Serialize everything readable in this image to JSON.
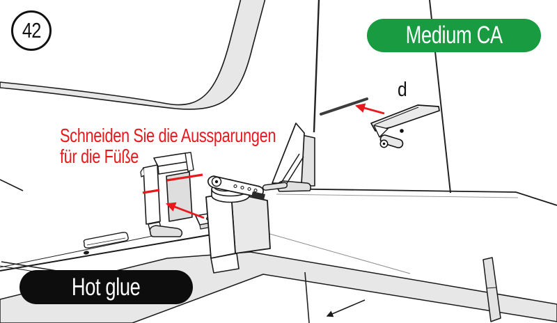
{
  "step": {
    "number": "42"
  },
  "badges": {
    "medium_ca": {
      "label": "Medium CA",
      "color": "#189B41",
      "text_color": "#FFFFFF"
    },
    "hot_glue": {
      "label": "Hot glue",
      "color": "#0D0D0D",
      "text_color": "#FFFFFF"
    }
  },
  "annotations": {
    "instruction": {
      "line1": "Schneiden Sie die Aussparungen",
      "line2": "für die Füße",
      "color": "#E8191D"
    },
    "part_label": {
      "text": "d",
      "color": "#111111"
    }
  },
  "drawing": {
    "outline_color": "#1A1A1A",
    "fill_gray": "#E7E7E7",
    "accent_red": "#E8191D"
  }
}
